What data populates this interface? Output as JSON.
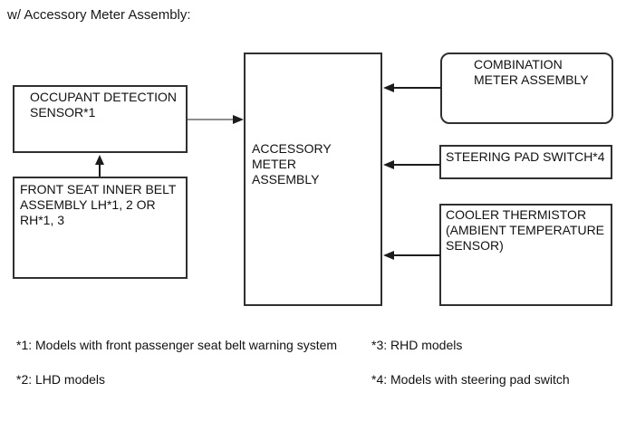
{
  "heading": "w/ Accessory Meter Assembly:",
  "colors": {
    "background": "#ffffff",
    "box_border": "#303030",
    "text": "#111111",
    "arrow_black": "#1c1c1c",
    "arrow_gray_shaft": "#8f8f8f"
  },
  "diagram": {
    "boxes": {
      "occupant": {
        "label": "OCCUPANT DETECTION\nSENSOR*1"
      },
      "front_seat": {
        "label": "FRONT SEAT INNER BELT\nASSEMBLY LH*1, 2 OR\nRH*1, 3"
      },
      "accessory": {
        "label": "ACCESSORY METER\nASSEMBLY"
      },
      "combination": {
        "label": "COMBINATION\nMETER ASSEMBLY"
      },
      "steering": {
        "label": "STEERING PAD SWITCH*4"
      },
      "cooler": {
        "label": "COOLER THERMISTOR\n(AMBIENT TEMPERATURE\nSENSOR)"
      }
    },
    "connections": [
      {
        "from": "OCCUPANT DETECTION SENSOR*1",
        "to": "ACCESSORY METER ASSEMBLY",
        "arrow_points": "right"
      },
      {
        "from": "FRONT SEAT INNER BELT ASSEMBLY LH*1, 2 OR RH*1, 3",
        "to": "OCCUPANT DETECTION SENSOR*1",
        "arrow_points": "up"
      },
      {
        "from": "COMBINATION METER ASSEMBLY",
        "to": "ACCESSORY METER ASSEMBLY",
        "arrow_points": "left"
      },
      {
        "from": "STEERING PAD SWITCH*4",
        "to": "ACCESSORY METER ASSEMBLY",
        "arrow_points": "left"
      },
      {
        "from": "COOLER THERMISTOR (AMBIENT TEMPERATURE SENSOR)",
        "to": "ACCESSORY METER ASSEMBLY",
        "arrow_points": "left"
      }
    ]
  },
  "footnotes": {
    "left": [
      "*1: Models with front passenger seat belt warning system",
      "*2: LHD models"
    ],
    "right": [
      "*3: RHD models",
      "*4: Models with steering pad switch"
    ]
  }
}
